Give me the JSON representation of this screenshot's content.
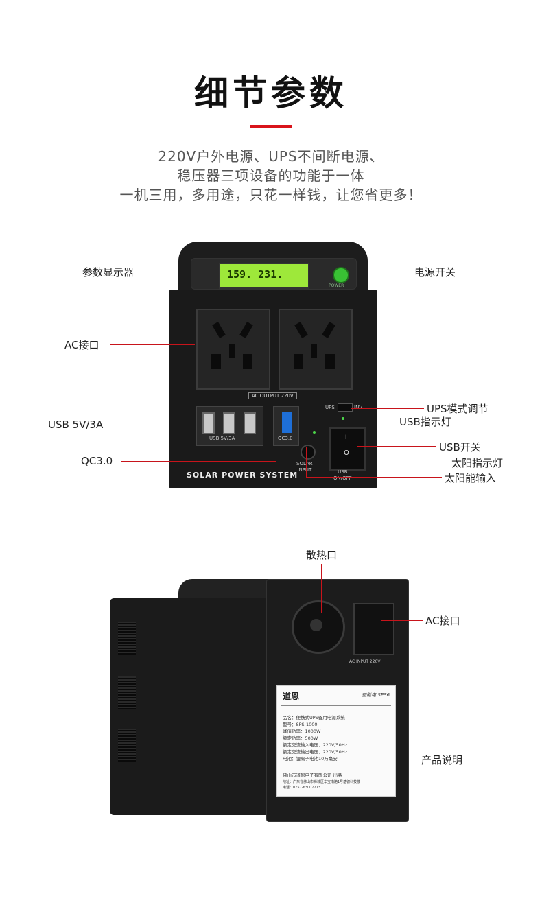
{
  "header": {
    "title": "细节参数",
    "lines": [
      "220V户外电源、UPS不间断电源、",
      "稳压器三项设备的功能于一体",
      "一机三用，多用途，只花一样钱，让您省更多！"
    ]
  },
  "front_callouts": {
    "display": "参数显示器",
    "power_switch": "电源开关",
    "ac_port": "AC接口",
    "ups_mode": "UPS模式调节",
    "usb_indicator": "USB指示灯",
    "usb_5v3a": "USB 5V/3A",
    "usb_switch": "USB开关",
    "qc30": "QC3.0",
    "solar_indicator": "太阳指示灯",
    "solar_input": "太阳能输入"
  },
  "front_device": {
    "lcd_reading": "159.  231.",
    "power_label": "POWER",
    "ac_output_label": "AC OUTPUT 220V",
    "usb_label": "USB 5V/3A",
    "qc_label": "QC3.0",
    "solar_label_1": "SOLAR",
    "solar_label_2": "INPUT",
    "ups_label": "UPS",
    "inv_label": "INV",
    "rocker_on": "I",
    "rocker_off": "O",
    "usb_onoff_1": "USB",
    "usb_onoff_2": "ON/OFF",
    "brand": "SOLAR POWER SYSTEM"
  },
  "back_callouts": {
    "heat_vent": "散热口",
    "ac_port": "AC接口",
    "product_info": "产品说明"
  },
  "back_device": {
    "ac_input_label": "AC INPUT 220V",
    "sticker": {
      "brand": "道恩",
      "model": "益能电 SPS6",
      "lines": [
        "品名：便携式UPS备用电源系统",
        "型号：SPS-1000",
        "峰值功率：1000W",
        "额定功率：500W",
        "额定交流输入电压：220V/50Hz",
        "额定交流输出电压：220V/50Hz",
        "电池：锂离子电池10万毫安"
      ],
      "maker": "佛山市道恩电子有限公司  出品",
      "address": "地址：广东省佛山市禅城区华宝南路1号基德科技楼",
      "phone": "电话：0757-63007773"
    }
  },
  "colors": {
    "accent": "#d9141b",
    "lcd": "#9ee83a",
    "qc_port": "#1e6fd8",
    "led": "#4cd64a"
  }
}
